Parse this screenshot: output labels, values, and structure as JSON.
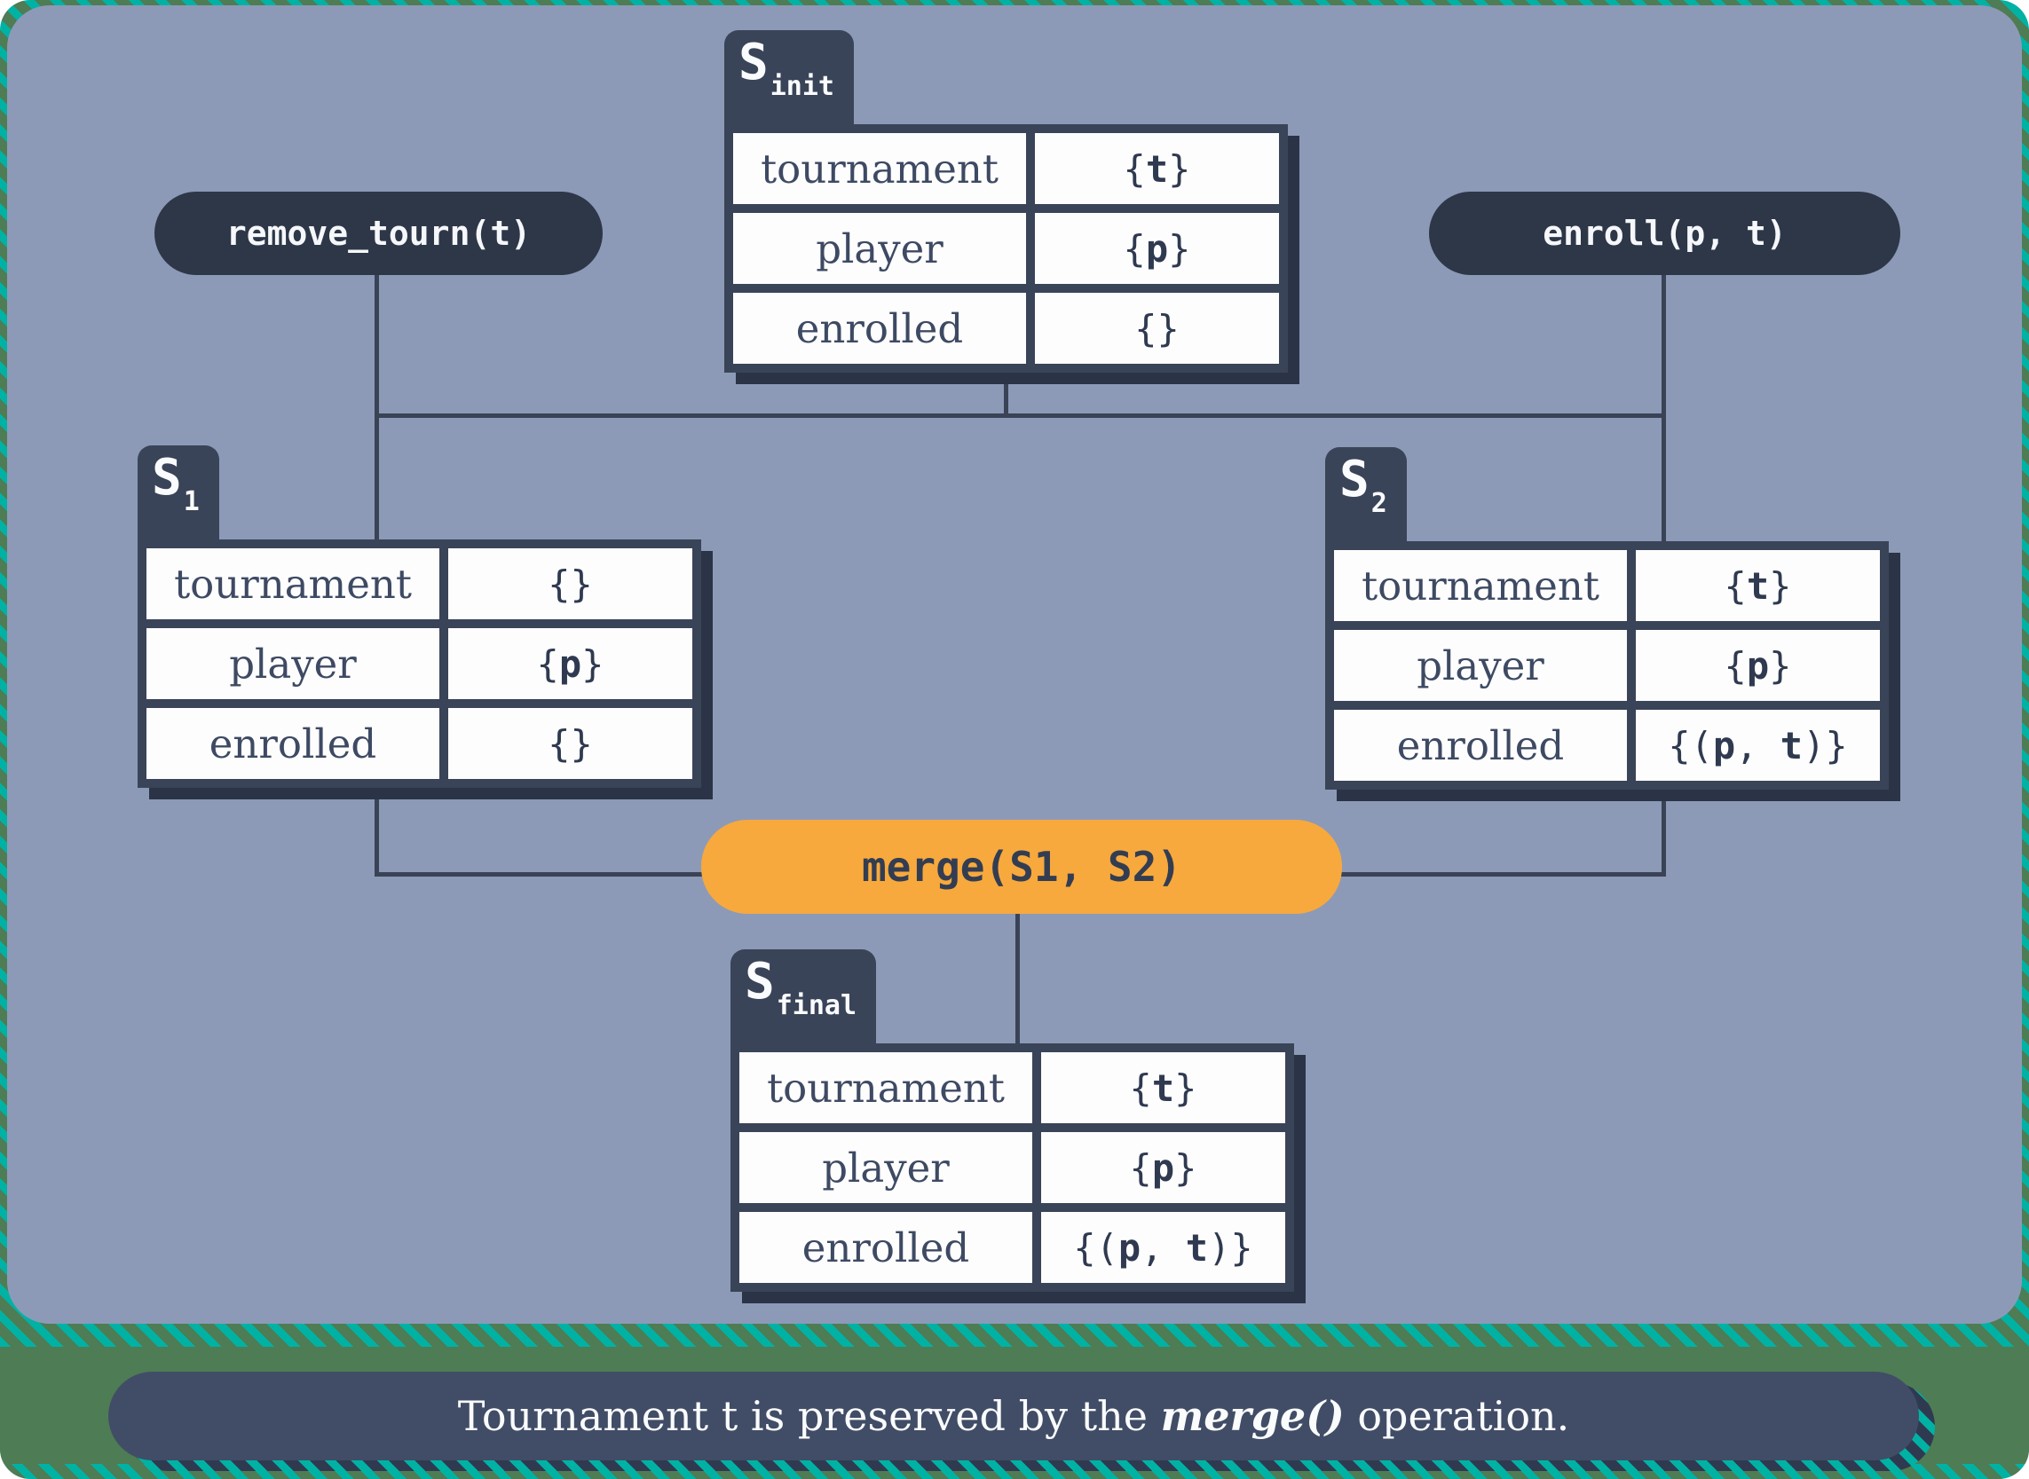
{
  "colors": {
    "stripe_teal": "#00B2A4",
    "stripe_green": "#4E7C54",
    "panel_bg": "#8C9AB7",
    "navy_dark": "#3A4458",
    "pill_navy": "#2D3748",
    "merge_orange": "#F7A93D",
    "caption_navy": "#414D66",
    "cell_bg": "#FDFDFE",
    "label_text": "#3E4A63",
    "value_text": "#2F3A50"
  },
  "operations": {
    "remove": {
      "label": "remove_tourn(t)"
    },
    "enroll": {
      "label": "enroll(p, t)"
    },
    "merge": {
      "label": "merge(S1, S2)"
    }
  },
  "tables": [
    {
      "id": "s-init",
      "name": "S",
      "subscript": "init",
      "rows": [
        {
          "label": "tournament",
          "value": "{t}"
        },
        {
          "label": "player",
          "value": "{p}"
        },
        {
          "label": "enrolled",
          "value": "{}"
        }
      ]
    },
    {
      "id": "s-1",
      "name": "S",
      "subscript": "1",
      "rows": [
        {
          "label": "tournament",
          "value": "{}"
        },
        {
          "label": "player",
          "value": "{p}"
        },
        {
          "label": "enrolled",
          "value": "{}"
        }
      ]
    },
    {
      "id": "s-2",
      "name": "S",
      "subscript": "2",
      "rows": [
        {
          "label": "tournament",
          "value": "{t}"
        },
        {
          "label": "player",
          "value": "{p}"
        },
        {
          "label": "enrolled",
          "value": "{(p, t)}"
        }
      ]
    },
    {
      "id": "s-final",
      "name": "S",
      "subscript": "final",
      "rows": [
        {
          "label": "tournament",
          "value": "{t}"
        },
        {
          "label": "player",
          "value": "{p}"
        },
        {
          "label": "enrolled",
          "value": "{(p, t)}"
        }
      ]
    }
  ],
  "caption": {
    "text_before": "Tournament t is preserved by the ",
    "highlight": "merge()",
    "text_after": " operation."
  }
}
